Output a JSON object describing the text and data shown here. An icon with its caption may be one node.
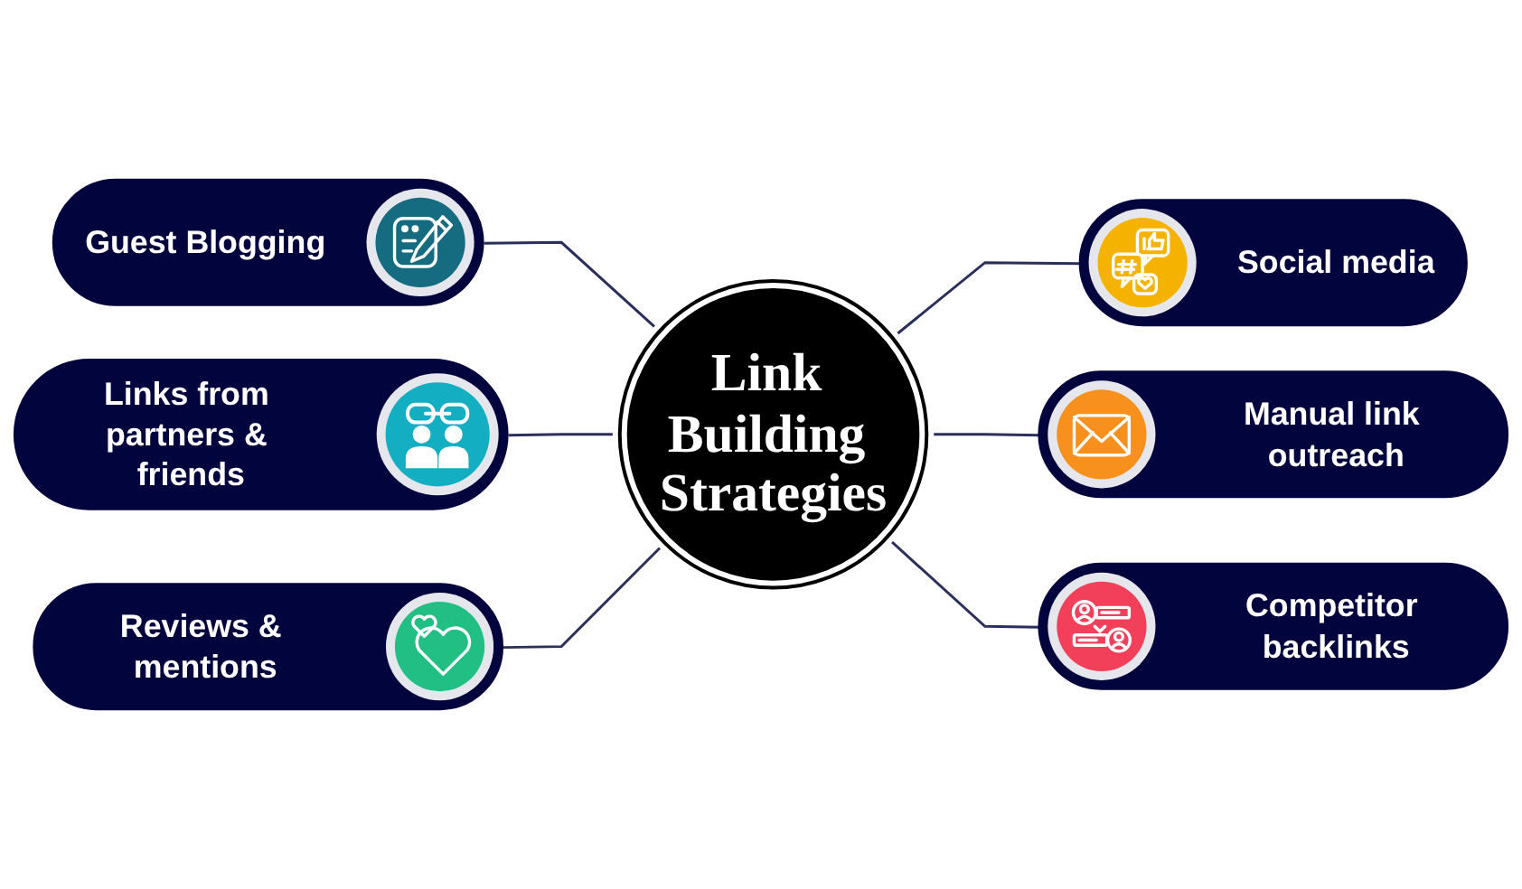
{
  "diagram": {
    "nodes": [
      {
        "text": [
          "Guest Blogging"
        ]
      },
      {
        "text": [
          "Social media"
        ]
      },
      {
        "text": [
          "Links from partners & friends"
        ]
      },
      {
        "text": [
          "Link Building Strategies"
        ]
      },
      {
        "text": [
          "Manual link outreach"
        ]
      },
      {
        "text": [
          "Reviews & mentions"
        ]
      },
      {
        "text": [
          "Competitor backlinks"
        ]
      }
    ],
    "edges": [
      {
        "from": 0,
        "to": 3,
        "arrow": "none"
      },
      {
        "from": 3,
        "to": 1,
        "arrow": "none"
      },
      {
        "from": 2,
        "to": 3,
        "arrow": "none"
      },
      {
        "from": 3,
        "to": 4,
        "arrow": "none"
      },
      {
        "from": 5,
        "to": 3,
        "arrow": "none"
      },
      {
        "from": 3,
        "to": 6,
        "arrow": "none"
      }
    ]
  }
}
